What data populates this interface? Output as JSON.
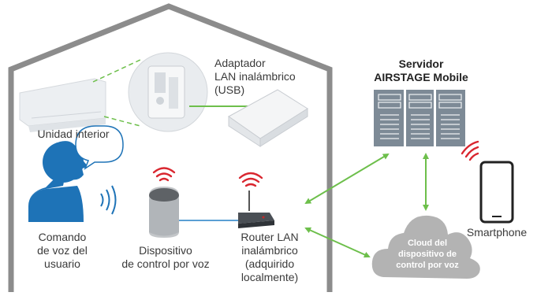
{
  "labels": {
    "indoor_unit": "Unidad interior",
    "lan_adapter": "Adaptador\nLAN inalámbrico\n(USB)",
    "server": "Servidor\nAIRSTAGE Mobile",
    "voice_command": "Comando\nde voz del\nusuario",
    "voice_device": "Dispositivo\nde control por voz",
    "router": "Router LAN\ninalámbrico\n(adquirido\nlocalmente)",
    "smartphone": "Smartphone",
    "cloud": "Cloud del\ndispositivo de\ncontrol por voz"
  },
  "colors": {
    "house_outline": "#8c8c8c",
    "connector_green": "#6dbf4b",
    "wifi_red": "#d9262f",
    "person_blue": "#1e73b7",
    "cable_blue": "#5a9fd4",
    "server_gray": "#7d8a96",
    "cloud_gray": "#b3b3b3"
  }
}
